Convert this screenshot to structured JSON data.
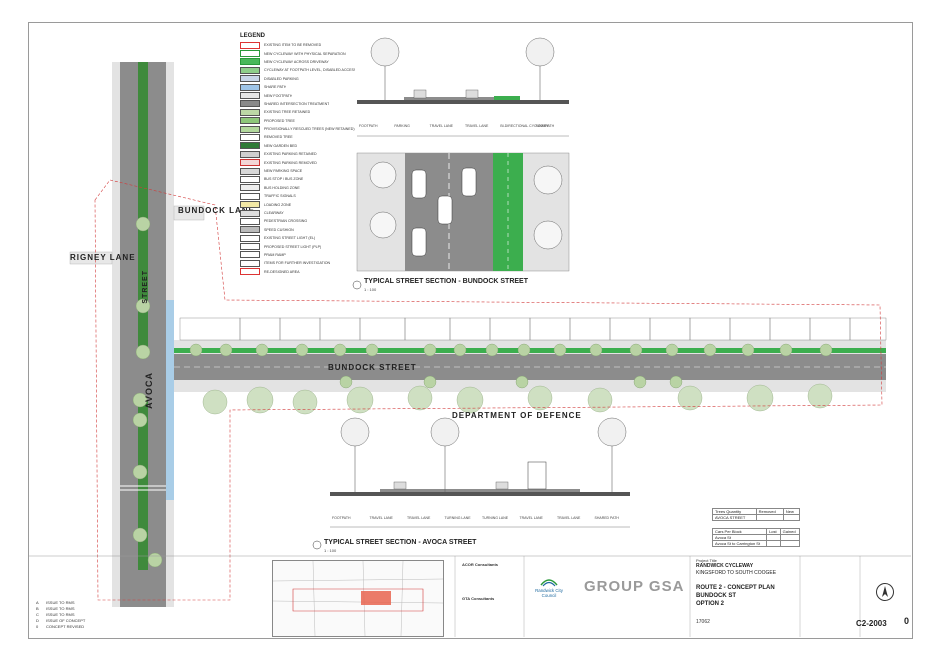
{
  "streets": {
    "bundock_lane": "BUNDOCK LANE",
    "rigney_lane": "RIGNEY LANE",
    "street_v": "STREET",
    "avoca": "AVOCA",
    "bundock_street": "BUNDOCK STREET",
    "department_of_defence": "DEPARTMENT OF DEFENCE"
  },
  "legend": {
    "title": "LEGEND",
    "items": [
      {
        "label": "EXISTING ITEM TO BE REMOVED",
        "color": "#ffffff",
        "border": "#d33"
      },
      {
        "label": "NEW CYCLEWAY WITH PHYSICAL SEPARATION",
        "color": "#ffffff",
        "border": "#2a9a3a"
      },
      {
        "label": "NEW CYCLEWAY ACROSS DRIVEWAY",
        "color": "#4ab85a",
        "border": "#2a9a3a"
      },
      {
        "label": "CYCLEWAY AT FOOTPATH LEVEL, DISABLED ACCESS",
        "color": "#8fce8a",
        "border": "#555"
      },
      {
        "label": "DISABLED PARKING",
        "color": "#c9d6e8",
        "border": "#555"
      },
      {
        "label": "SHARE PATH",
        "color": "#9fc5e8",
        "border": "#555"
      },
      {
        "label": "NEW FOOTPATH",
        "color": "#e6e6e6",
        "border": "#555"
      },
      {
        "label": "SHARED INTERSECTION TREATMENT",
        "color": "#8a8a8a",
        "border": "#555"
      },
      {
        "label": "EXISTING TREE RETAINED",
        "color": "#bcd7a6",
        "border": "#555"
      },
      {
        "label": "PROPOSED TREE",
        "color": "#8ec77a",
        "border": "#555"
      },
      {
        "label": "PROVISIONALLY RESCUED TREES (NEW RETAINED)",
        "color": "#b2d89c",
        "border": "#555"
      },
      {
        "label": "REMOVED TREE",
        "color": "#ffffff",
        "border": "#555"
      },
      {
        "label": "NEW GARDEN BED",
        "color": "#2f7a36",
        "border": "#555"
      },
      {
        "label": "EXISTING PARKING RETAINED",
        "color": "#cfcfcf",
        "border": "#555"
      },
      {
        "label": "EXISTING PARKING REMOVED",
        "color": "#f3d6d6",
        "border": "#c33"
      },
      {
        "label": "NEW PARKING SPACE",
        "color": "#d9d9d9",
        "border": "#555"
      },
      {
        "label": "BUS STOP / BUS ZONE",
        "color": "#ffffff",
        "border": "#555"
      },
      {
        "label": "BUS HOLDING ZONE",
        "color": "#eeeeee",
        "border": "#555"
      },
      {
        "label": "TRAFFIC SIGNALS",
        "color": "#ffffff",
        "border": "#555"
      },
      {
        "label": "LOADING ZONE",
        "color": "#f2e8a6",
        "border": "#555"
      },
      {
        "label": "CLEARWAY",
        "color": "#dddddd",
        "border": "#555"
      },
      {
        "label": "PEDESTRIAN CROSSING",
        "color": "#ffffff",
        "border": "#555"
      },
      {
        "label": "SPEED CUSHION",
        "color": "#bbbbbb",
        "border": "#555"
      },
      {
        "label": "EXISTING STREET LIGHT (EL)",
        "color": "#ffffff",
        "border": "#555"
      },
      {
        "label": "PROPOSED STREET LIGHT (PLP)",
        "color": "#ffffff",
        "border": "#555"
      },
      {
        "label": "PRAM RAMP",
        "color": "#ffffff",
        "border": "#555"
      },
      {
        "label": "ITEMS FOR FURTHER INVESTIGATION",
        "color": "#ffffff",
        "border": "#555"
      },
      {
        "label": "RE-DESIGNED AREA",
        "color": "#ffffff",
        "border": "#d33"
      }
    ]
  },
  "section_bundock": {
    "title": "TYPICAL STREET SECTION - BUNDOCK STREET",
    "scale": "1 : 100",
    "lanes": [
      "FOOTPATH",
      "PARKING",
      "TRAVEL LANE",
      "TRAVEL LANE",
      "BI-DIRECTIONAL CYCLEWAY",
      "FOOTPATH"
    ]
  },
  "section_avoca": {
    "title": "TYPICAL STREET SECTION - AVOCA STREET",
    "scale": "1 : 100",
    "lanes": [
      "FOOTPATH",
      "TRAVEL LANE",
      "TRAVEL LANE",
      "TURNING LANE",
      "TURNING LANE",
      "TRAVEL LANE",
      "TRAVEL LANE",
      "SHARED PATH"
    ]
  },
  "trees_table": {
    "headers": [
      "Trees Quantity",
      "Removed",
      "New"
    ],
    "rows": [
      [
        "AVOCA STREET",
        "",
        ""
      ]
    ]
  },
  "cars_table": {
    "headers": [
      "Cars Per Block",
      "Lost",
      "Gained"
    ],
    "rows": [
      [
        "Avoca St",
        "",
        ""
      ],
      [
        "Avoca St to Carrington St",
        "",
        ""
      ]
    ]
  },
  "title_block": {
    "project_label": "Project Title",
    "project": "RANDWICK CYCLEWAY",
    "project_sub": "KINGSFORD TO SOUTH COOGEE",
    "drawing_title": "ROUTE 2 - CONCEPT PLAN",
    "drawing_sub": "BUNDOCK ST",
    "drawing_option": "OPTION 2",
    "consultant_1": "ACOR Consultants",
    "consultant_2": "GTA Consultants",
    "client": "Randwick City Council",
    "firm": "GROUP GSA",
    "project_no": "17062",
    "drawing_no": "C2-2003",
    "revision": "0"
  },
  "revisions": [
    {
      "rev": "A",
      "desc": "ISSUE TO RMS"
    },
    {
      "rev": "B",
      "desc": "ISSUE TO RMS"
    },
    {
      "rev": "C",
      "desc": "ISSUE TO RMS"
    },
    {
      "rev": "D",
      "desc": "ISSUE OF CONCEPT"
    },
    {
      "rev": "0",
      "desc": "CONCEPT REVISED"
    }
  ],
  "colors": {
    "road": "#8c8c8c",
    "footpath": "#e3e3e3",
    "cycleway": "#3cae4e",
    "tree": "#b9d3a4",
    "redline": "#d23a3a",
    "shared": "#a9cde7"
  }
}
